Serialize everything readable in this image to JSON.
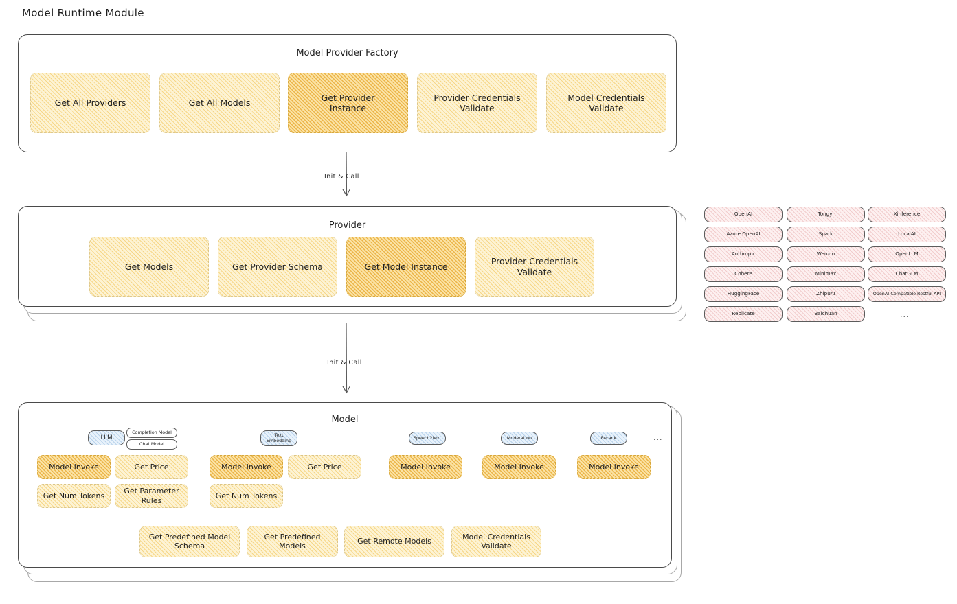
{
  "page": {
    "title": "Model Runtime Module"
  },
  "arrows": [
    {
      "label": "Init & Call"
    },
    {
      "label": "Init & Call"
    }
  ],
  "factory": {
    "title": "Model Provider Factory",
    "methods": [
      {
        "label": "Get All Providers",
        "highlight": false
      },
      {
        "label": "Get All Models",
        "highlight": false
      },
      {
        "label": "Get Provider\nInstance",
        "highlight": true
      },
      {
        "label": "Provider Credentials\nValidate",
        "highlight": false
      },
      {
        "label": "Model Credentials\nValidate",
        "highlight": false
      }
    ]
  },
  "provider": {
    "title": "Provider",
    "methods": [
      {
        "label": "Get Models",
        "highlight": false
      },
      {
        "label": "Get Provider Schema",
        "highlight": false
      },
      {
        "label": "Get Model Instance",
        "highlight": true
      },
      {
        "label": "Provider Credentials\nValidate",
        "highlight": false
      }
    ]
  },
  "provider_list": {
    "columns": [
      {
        "items": [
          "OpenAI",
          "Azure OpenAI",
          "Anthropic",
          "Cohere",
          "HuggingFace",
          "Replicate"
        ]
      },
      {
        "items": [
          "Tongyi",
          "Spark",
          "Wenxin",
          "Minimax",
          "ZhipuAI",
          "Baichuan"
        ]
      },
      {
        "items": [
          "Xinference",
          "LocalAI",
          "OpenLLM",
          "ChatGLM",
          "OpenAI-Compatible Restful API"
        ]
      }
    ],
    "more": "..."
  },
  "model": {
    "title": "Model",
    "more": "...",
    "types": [
      {
        "badge": "LLM",
        "sub_badges": [
          "Completion Model",
          "Chat Model"
        ],
        "methods": [
          {
            "label": "Model Invoke",
            "highlight": true
          },
          {
            "label": "Get Price",
            "highlight": false
          },
          {
            "label": "Get Num Tokens",
            "highlight": false
          },
          {
            "label": "Get Parameter\nRules",
            "highlight": false
          }
        ]
      },
      {
        "badge": "Text\nEmbedding",
        "sub_badges": [],
        "methods": [
          {
            "label": "Model Invoke",
            "highlight": true
          },
          {
            "label": "Get Price",
            "highlight": false
          },
          {
            "label": "Get Num Tokens",
            "highlight": false
          }
        ]
      },
      {
        "badge": "Speech2text",
        "sub_badges": [],
        "methods": [
          {
            "label": "Model Invoke",
            "highlight": true
          }
        ]
      },
      {
        "badge": "Moderation",
        "sub_badges": [],
        "methods": [
          {
            "label": "Model Invoke",
            "highlight": true
          }
        ]
      },
      {
        "badge": "Rerank",
        "sub_badges": [],
        "methods": [
          {
            "label": "Model Invoke",
            "highlight": true
          }
        ]
      }
    ],
    "common_methods": [
      {
        "label": "Get Predefined Model\nSchema"
      },
      {
        "label": "Get Predefined\nModels"
      },
      {
        "label": "Get Remote Models"
      },
      {
        "label": "Model Credentials\nValidate"
      }
    ]
  },
  "colors": {
    "fill_yellow": "#fdf3d4",
    "fill_yellow_strong": "#fbe3a6",
    "fill_pink": "#fdf0f0",
    "fill_blue": "#e8f2fb",
    "stroke": "#4a4a4a",
    "text": "#1e1e1e"
  }
}
